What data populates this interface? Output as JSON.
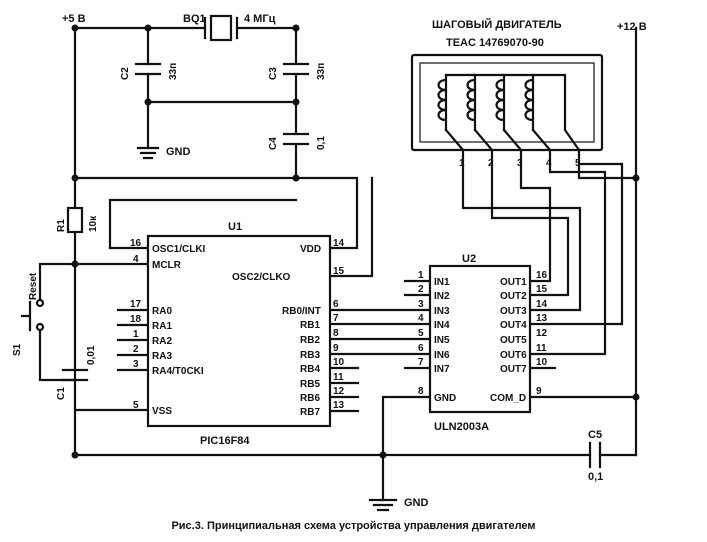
{
  "rails": {
    "plus5": "+5 В",
    "plus12": "+12 В",
    "gnd_top": "GND",
    "gnd_bottom": "GND"
  },
  "components": {
    "crystal": {
      "ref": "BQ1",
      "value": "4 МГц"
    },
    "c2": {
      "ref": "C2",
      "value": "33п"
    },
    "c3": {
      "ref": "C3",
      "value": "33п"
    },
    "c4": {
      "ref": "C4",
      "value": "0,1"
    },
    "r1": {
      "ref": "R1",
      "value": "10к"
    },
    "s1": {
      "ref": "S1",
      "label": "Reset"
    },
    "c1": {
      "ref": "C1",
      "value": "0,01"
    },
    "c5": {
      "ref": "C5",
      "value": "0,1"
    }
  },
  "motor": {
    "title": "ШАГОВЫЙ ДВИГАТЕЛЬ",
    "model": "TEAC 14769070-90",
    "pins": [
      "1",
      "2",
      "3",
      "4",
      "5"
    ]
  },
  "u1": {
    "ref": "U1",
    "part": "PIC16F84",
    "left_pins": [
      {
        "num": "16",
        "name": "OSC1/CLKI"
      },
      {
        "num": "4",
        "name": "MCLR"
      },
      {
        "num": "17",
        "name": "RA0"
      },
      {
        "num": "18",
        "name": "RA1"
      },
      {
        "num": "1",
        "name": "RA2"
      },
      {
        "num": "2",
        "name": "RA3"
      },
      {
        "num": "3",
        "name": "RA4/T0CKI"
      },
      {
        "num": "5",
        "name": "VSS"
      }
    ],
    "right_pins": [
      {
        "num": "14",
        "name": "VDD"
      },
      {
        "num": "15",
        "name": "OSC2/CLKO"
      },
      {
        "num": "6",
        "name": "RB0/INT"
      },
      {
        "num": "7",
        "name": "RB1"
      },
      {
        "num": "8",
        "name": "RB2"
      },
      {
        "num": "9",
        "name": "RB3"
      },
      {
        "num": "10",
        "name": "RB4"
      },
      {
        "num": "11",
        "name": "RB5"
      },
      {
        "num": "12",
        "name": "RB6"
      },
      {
        "num": "13",
        "name": "RB7"
      }
    ]
  },
  "u2": {
    "ref": "U2",
    "part": "ULN2003A",
    "left_pins": [
      {
        "num": "1",
        "name": "IN1"
      },
      {
        "num": "2",
        "name": "IN2"
      },
      {
        "num": "3",
        "name": "IN3"
      },
      {
        "num": "4",
        "name": "IN4"
      },
      {
        "num": "5",
        "name": "IN5"
      },
      {
        "num": "6",
        "name": "IN6"
      },
      {
        "num": "7",
        "name": "IN7"
      },
      {
        "num": "8",
        "name": "GND"
      }
    ],
    "right_pins": [
      {
        "num": "16",
        "name": "OUT1"
      },
      {
        "num": "15",
        "name": "OUT2"
      },
      {
        "num": "14",
        "name": "OUT3"
      },
      {
        "num": "13",
        "name": "OUT4"
      },
      {
        "num": "12",
        "name": "OUT5"
      },
      {
        "num": "11",
        "name": "OUT6"
      },
      {
        "num": "10",
        "name": "OUT7"
      },
      {
        "num": "9",
        "name": "COM_D"
      }
    ]
  },
  "caption": "Рис.3. Принципиальная схема устройства управления двигателем"
}
